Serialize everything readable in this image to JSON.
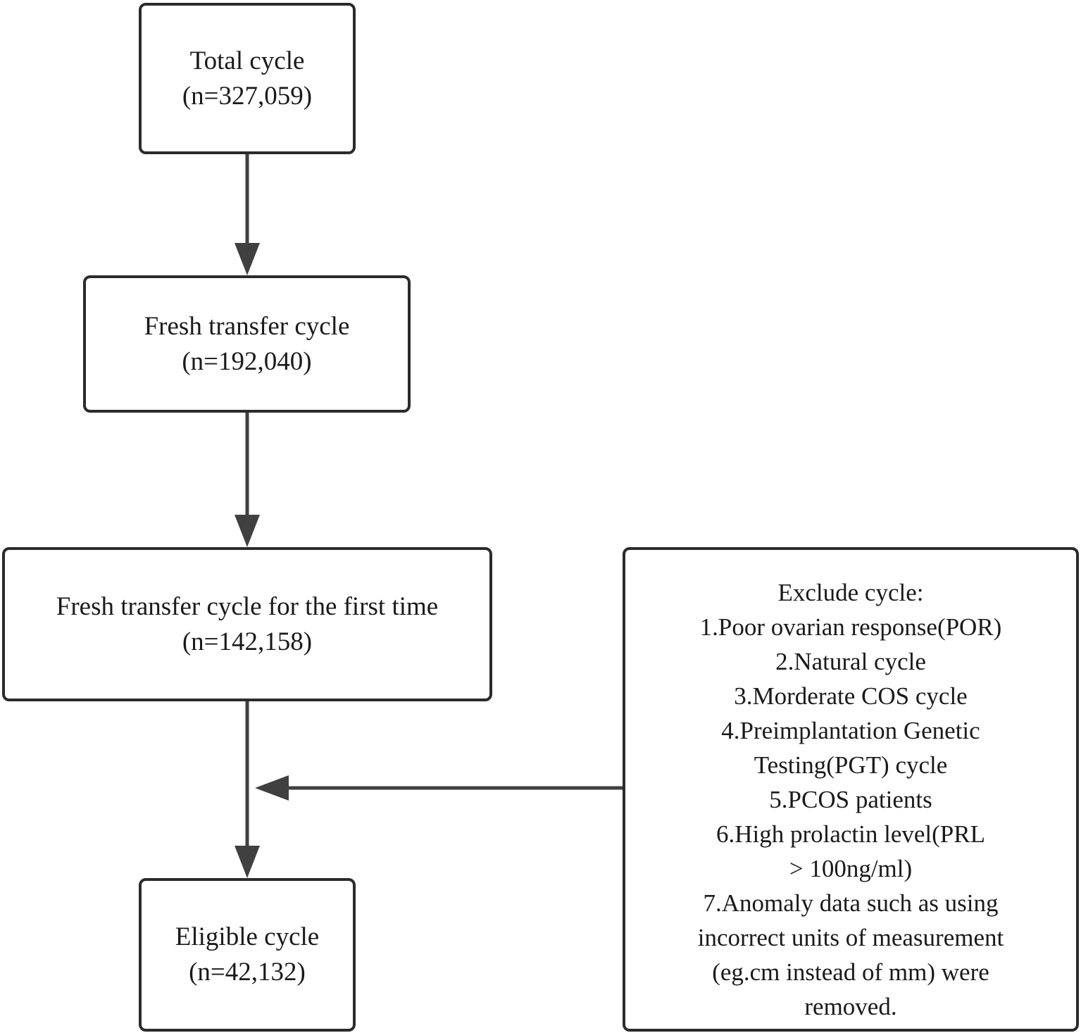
{
  "boxes": {
    "total": {
      "title": "Total cycle",
      "count": "(n=327,059)"
    },
    "fresh": {
      "title": "Fresh transfer cycle",
      "count": "(n=192,040)"
    },
    "first": {
      "title": "Fresh transfer cycle for the first time",
      "count": "(n=142,158)"
    },
    "eligible": {
      "title": "Eligible cycle",
      "count": "(n=42,132)"
    }
  },
  "exclusion": {
    "heading": "Exclude cycle:",
    "lines": [
      "1.Poor ovarian response(POR)",
      "2.Natural cycle",
      "3.Morderate COS cycle",
      "4.Preimplantation Genetic",
      "Testing(PGT) cycle",
      "5.PCOS patients",
      "6.High prolactin level(PRL",
      "> 100ng/ml)",
      "7.Anomaly data such as using",
      "incorrect units of measurement",
      "(eg.cm instead of mm) were",
      "removed."
    ]
  },
  "colors": {
    "stroke": "#2b2b2b",
    "arrow": "#404040",
    "background": "#ffffff"
  }
}
